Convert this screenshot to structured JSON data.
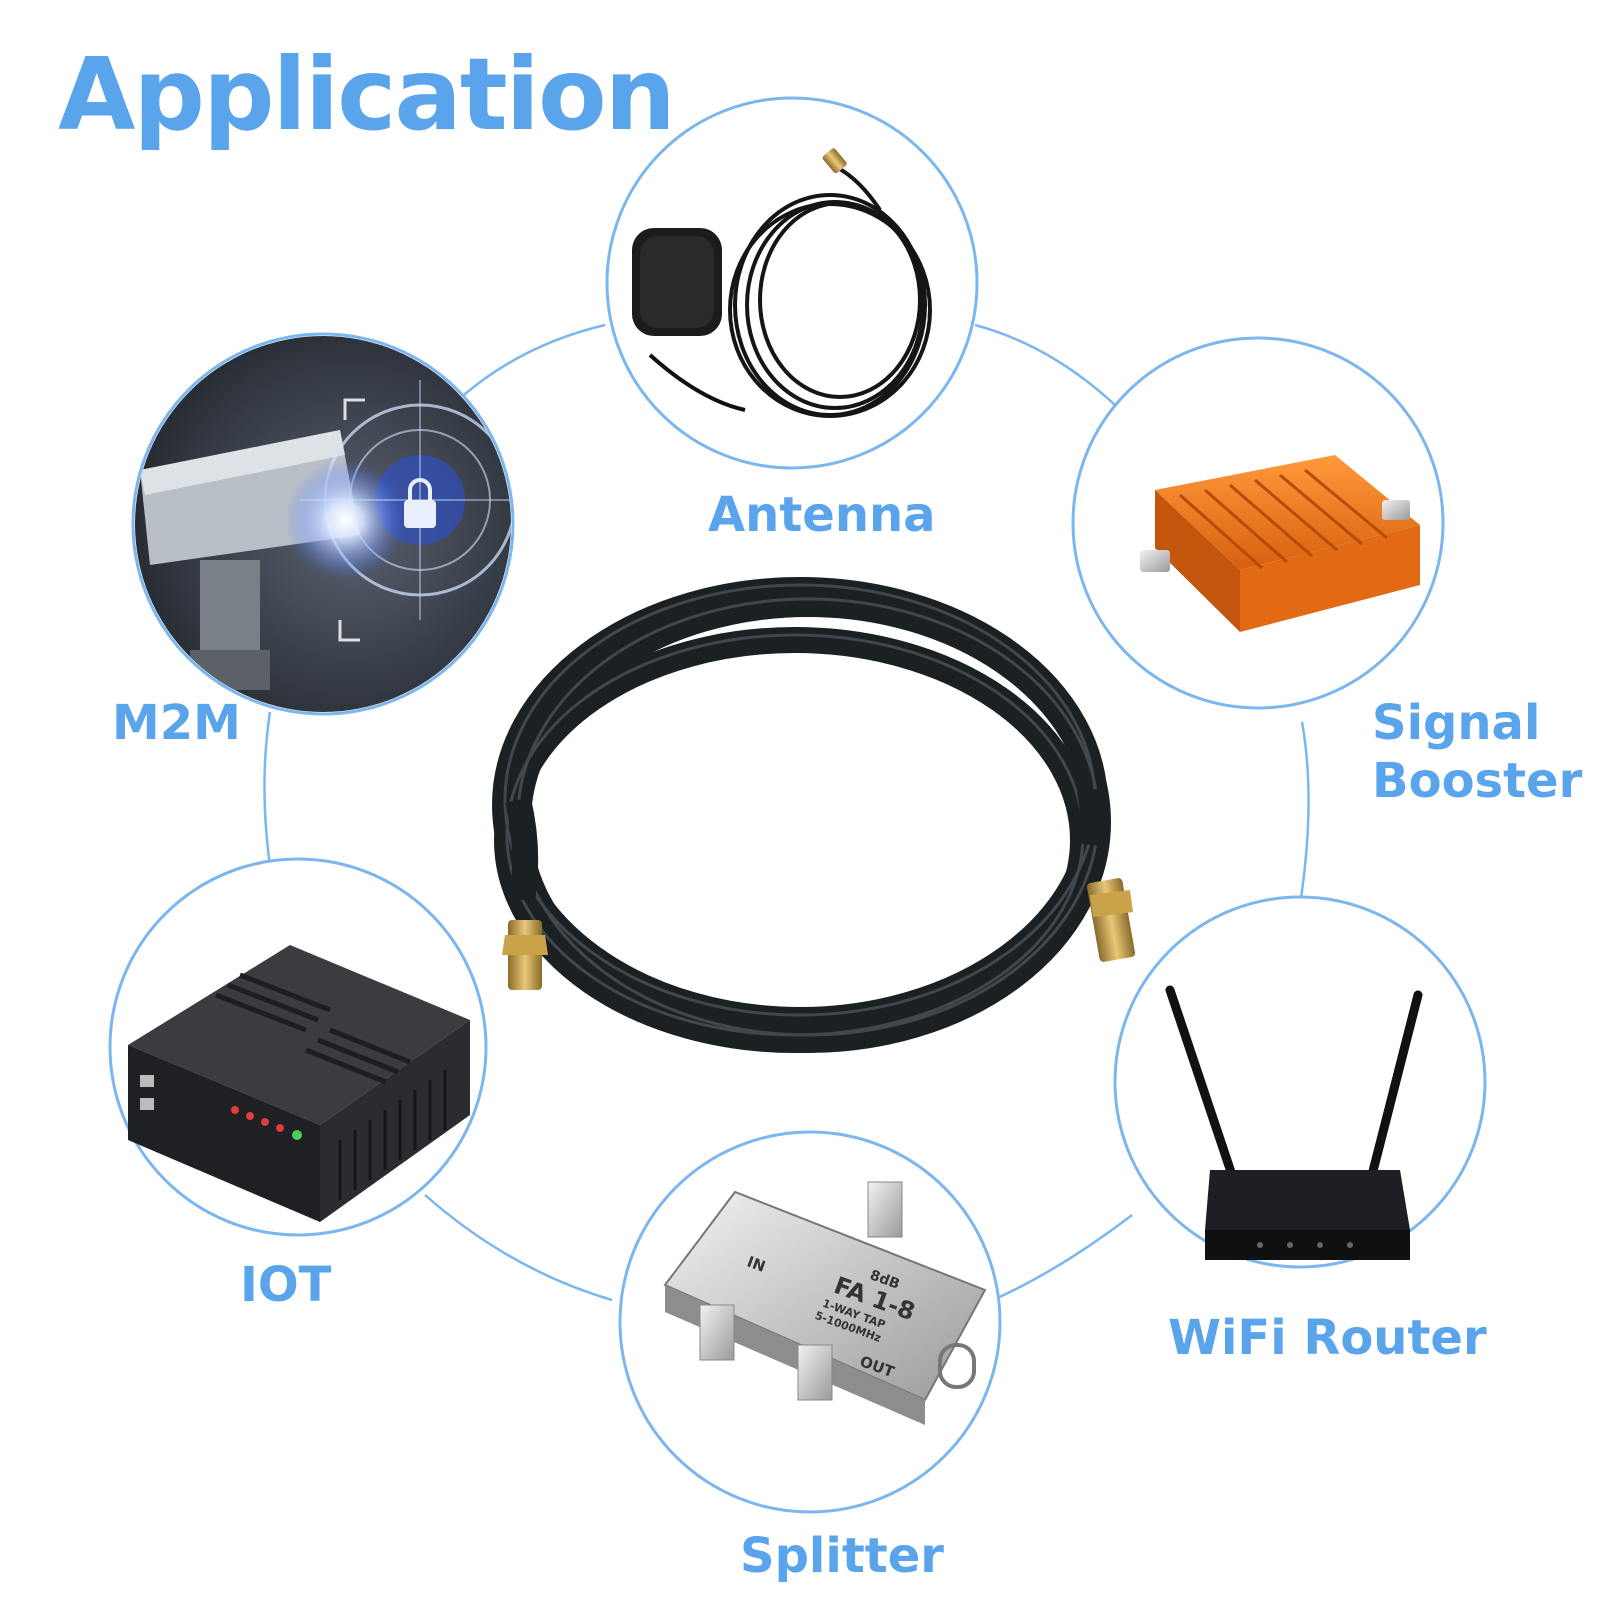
{
  "title": "Application",
  "center_product": {
    "icon": "coaxial-cable-coil-icon"
  },
  "applications": [
    {
      "id": "antenna",
      "label": "Antenna",
      "icon": "gps-antenna-icon"
    },
    {
      "id": "m2m",
      "label": "M2M",
      "icon": "security-camera-icon"
    },
    {
      "id": "signal-booster",
      "label": "Signal\nBooster",
      "label_line1": "Signal",
      "label_line2": "Booster",
      "icon": "signal-booster-icon"
    },
    {
      "id": "iot",
      "label": "IOT",
      "icon": "network-device-icon"
    },
    {
      "id": "wifi-router",
      "label": "WiFi Router",
      "icon": "wifi-router-icon"
    },
    {
      "id": "splitter",
      "label": "Splitter",
      "icon": "coax-splitter-icon",
      "device_markings": {
        "loss": "8dB",
        "model": "FA 1-8",
        "type": "1-WAY TAP",
        "range": "5-1000MHz",
        "in": "IN",
        "out": "OUT"
      }
    }
  ],
  "colors": {
    "accent": "#5aa4ec",
    "circle_stroke": "#7cb6ee",
    "cable": "#1b2023",
    "brass": "#c9a24a",
    "booster": "#f07a1e"
  }
}
